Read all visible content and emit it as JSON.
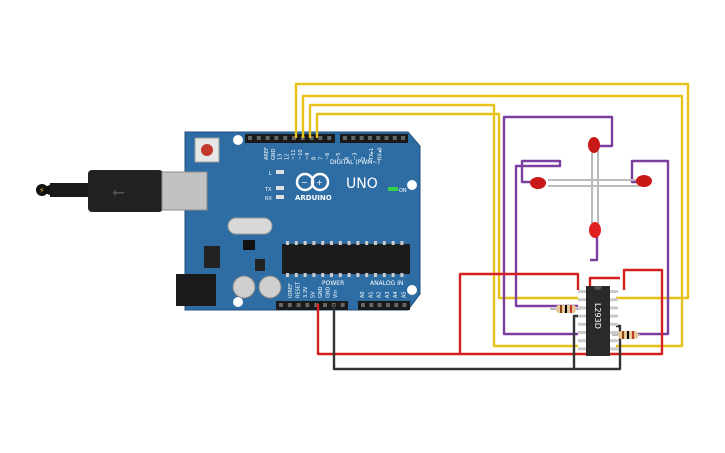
{
  "board": {
    "brand": "ARDUINO",
    "model": "UNO",
    "digital_label": "DIGITAL (PWM~)",
    "power_label": "POWER",
    "analog_label": "ANALOG IN",
    "led_l": "L",
    "led_tx": "TX",
    "led_rx": "RX",
    "on_label": "ON",
    "digital_pins": [
      "AREF",
      "GND",
      "13",
      "12",
      "~11",
      "~10",
      "~9",
      "8",
      "7",
      "~6",
      "~5",
      "4",
      "~3",
      "2",
      "TX▸1",
      "RX◂0"
    ],
    "power_pins": [
      "IOREF",
      "RESET",
      "3.3V",
      "5V",
      "GND",
      "GND",
      "Vin"
    ],
    "analog_pins": [
      "A0",
      "A1",
      "A2",
      "A3",
      "A4",
      "A5"
    ]
  },
  "ic": {
    "label": "L293D"
  },
  "colors": {
    "board": "#2e6da4",
    "wire_yellow": "#e8c21a",
    "wire_purple": "#7b3fa0",
    "wire_red": "#d62020",
    "wire_black": "#333333",
    "led_red": "#c81818"
  }
}
